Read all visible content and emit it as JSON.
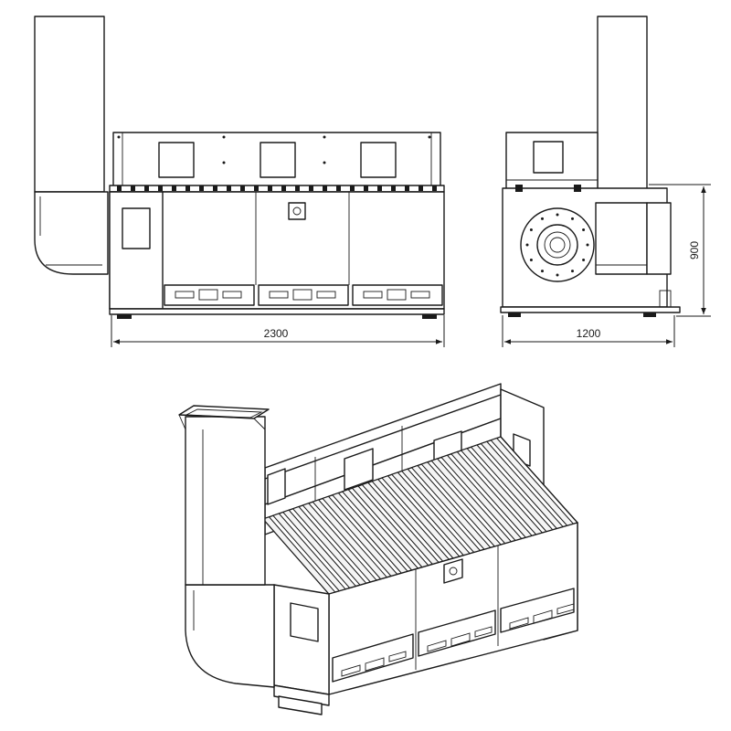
{
  "dimensions": {
    "front_width": "2300",
    "side_depth": "1200",
    "side_height": "900"
  }
}
